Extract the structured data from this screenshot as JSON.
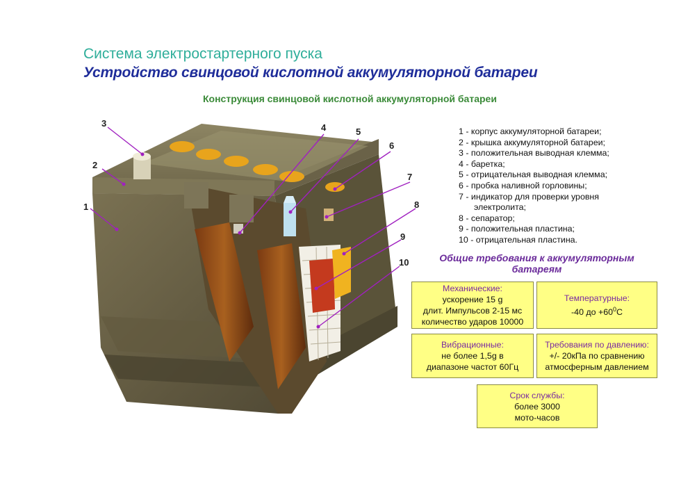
{
  "title": {
    "line1": "Система электростартерного пуска",
    "line2": "Устройство свинцовой кислотной аккумуляторной батареи"
  },
  "subtitle": "Конструкция свинцовой кислотной аккумуляторной батареи",
  "callouts": [
    "1",
    "2",
    "3",
    "4",
    "5",
    "6",
    "7",
    "8",
    "9",
    "10"
  ],
  "legend": [
    "1 - корпус   аккумуляторной  батареи;",
    "2 - крышка  аккумуляторной   батареи;",
    "3 - положительная выводная клемма;",
    "4 - баретка;",
    "5 - отрицательная выводная клемма;",
    "6 - пробка наливной  горловины;",
    "7 - индикатор для проверки  уровня",
    "электролита;",
    "8 - сепаратор;",
    "9 - положительная пластина;",
    "10 - отрицательная пластина."
  ],
  "requirements": {
    "title": "Общие требования к  аккумуляторным батареям",
    "mechanical": {
      "head": "Механические:",
      "lines": [
        "ускорение 15 g",
        "длит. Импульсов  2-15 мс",
        "количество ударов  10000"
      ]
    },
    "temperature": {
      "head": "Температурные:",
      "value": "-40 до +60",
      "sup": "0",
      "unit": "С"
    },
    "vibration": {
      "head": "Вибрационные:",
      "lines": [
        "не более  1,5g в",
        "диапазоне частот  60Гц"
      ]
    },
    "pressure": {
      "head": "Требования по давлению:",
      "lines": [
        "+/- 20кПа по сравнению",
        "атмосферным давлением"
      ]
    },
    "lifetime": {
      "head": "Срок службы:",
      "lines": [
        "более 3000",
        "мото-часов"
      ]
    }
  },
  "colors": {
    "title_teal": "#2fae9a",
    "title_blue": "#1f2d9a",
    "subtitle_green": "#3a8a38",
    "requirement_purple": "#7a2aa0",
    "box_yellow": "#ffff85",
    "callout_line": "#a020c0"
  }
}
